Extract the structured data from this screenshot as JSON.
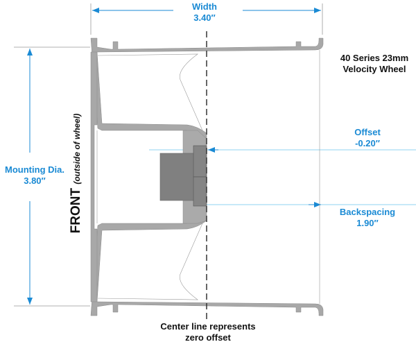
{
  "width": {
    "label": "Width",
    "value": "3.40″"
  },
  "title": {
    "line1": "40 Series  23mm",
    "line2": "Velocity Wheel"
  },
  "offset": {
    "label": "Offset",
    "value": "-0.20″"
  },
  "backspacing": {
    "label": "Backspacing",
    "value": "1.90″"
  },
  "mounting": {
    "label": "Mounting Dia.",
    "value": "3.80″"
  },
  "front": {
    "label": "FRONT",
    "note": "(outside of wheel)"
  },
  "centerline": {
    "line1": "Center line represents",
    "line2": "zero offset"
  },
  "colors": {
    "dimension": "#1a8ad4",
    "rim": "#a8a8a8",
    "hub": "#808080"
  }
}
